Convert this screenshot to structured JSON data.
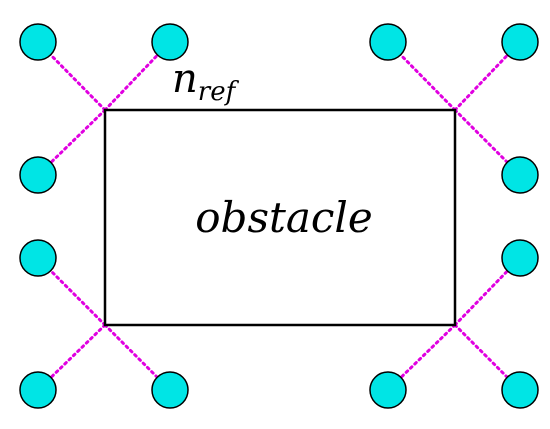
{
  "labels": {
    "obstacle": "obstacle",
    "normal_main": "n",
    "normal_sub": "ref"
  },
  "colors": {
    "node_fill": "#00e5e5",
    "node_stroke": "#000000",
    "connector": "#e000e0",
    "obstacle_stroke": "#000000",
    "text": "#000000"
  }
}
